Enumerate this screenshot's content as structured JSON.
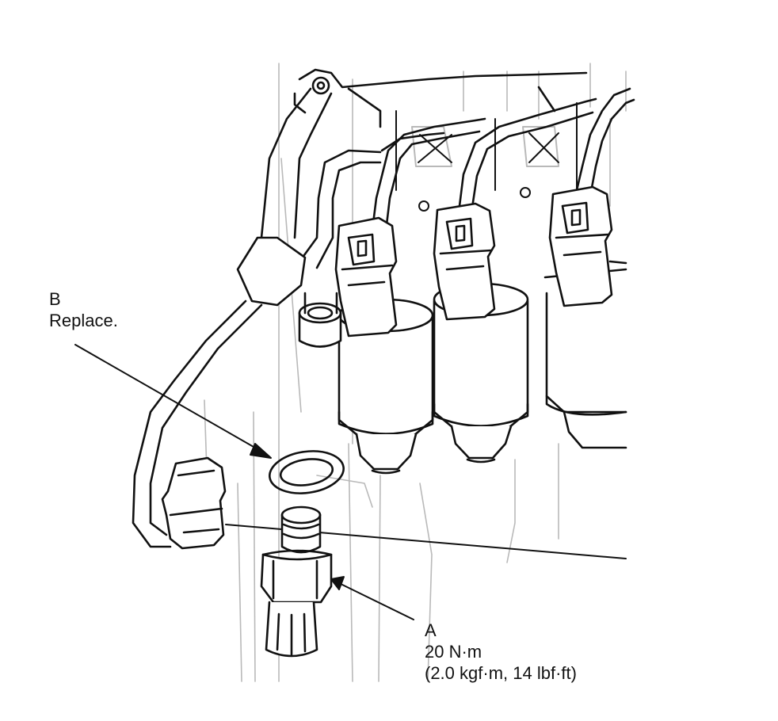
{
  "callouts": {
    "b": {
      "letter": "B",
      "note": "Replace."
    },
    "a": {
      "letter": "A",
      "torque": "20 N·m",
      "torque_alt": "(2.0 kgf·m, 14 lbf·ft)"
    }
  },
  "colors": {
    "line": "#111111",
    "faint": "#b9b9b9",
    "background": "#ffffff"
  }
}
